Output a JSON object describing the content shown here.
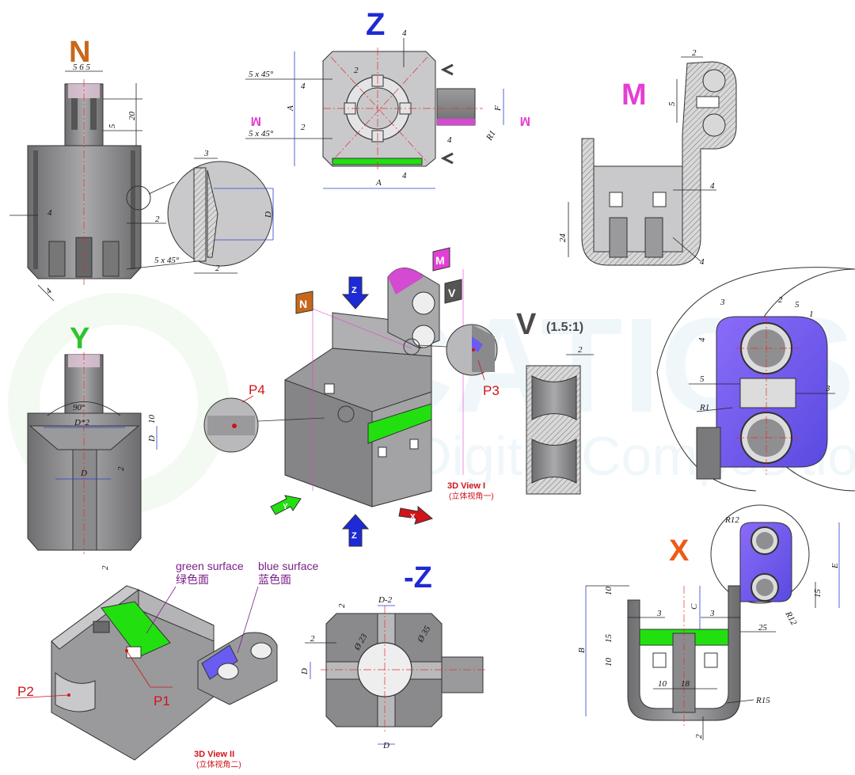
{
  "views": {
    "n": "N",
    "z": "Z",
    "m": "M",
    "y": "Y",
    "v": "V",
    "v_scale": "(1.5:1)",
    "x": "X",
    "neg_z": "-Z"
  },
  "colors": {
    "n": "#c8671b",
    "z": "#1d2ad6",
    "m": "#e43fd4",
    "y": "#2fc42f",
    "v": "#4a4a4a",
    "x": "#ef5a17",
    "neg_z": "#1d2ad6",
    "green_surface": "#22e010",
    "blue_surface": "#6a5cf0",
    "callout_red": "#d0141a"
  },
  "dims": {
    "n": {
      "top": "5 6 5",
      "d20": "20",
      "d5": "5",
      "d4": "4",
      "d2": "2",
      "d3": "3",
      "D": "D",
      "chamfer": "5 x 45°",
      "d2b": "2",
      "d4b": "4"
    },
    "z": {
      "d4t": "4",
      "chamfer1": "5 x 45°",
      "chamfer2": "5 x 45°",
      "d4l": "4",
      "d2": "2",
      "d2c": "2",
      "A_v": "A",
      "A_h": "A",
      "F": "F",
      "R1": "R1",
      "d4r": "4",
      "d4b": "4",
      "m_left": "M",
      "m_right": "M"
    },
    "m": {
      "d2": "2",
      "d5": "5",
      "d4": "4",
      "d24": "24",
      "d4b": "4"
    },
    "y": {
      "angle": "90°",
      "d10": "10",
      "D2": "D*2",
      "D_r": "D",
      "d2": "2",
      "D": "D",
      "d2b": "2"
    },
    "v": {
      "d2": "2"
    },
    "detail": {
      "d3": "3",
      "d2": "2",
      "d5": "5",
      "d1": "1",
      "d4": "4",
      "d5b": "5",
      "d3b": "3",
      "R1": "R1"
    },
    "x": {
      "R12t": "R12",
      "E": "E",
      "d10": "10",
      "C": "C",
      "d3l": "3",
      "d3r": "3",
      "d15r": "15",
      "R12b": "R12",
      "d25": "25",
      "d15": "15",
      "d10b": "10",
      "B": "B",
      "d10c": "10",
      "d18": "18",
      "R15": "R15",
      "d2": "2"
    },
    "nz": {
      "d2t": "2",
      "D2": "D-2",
      "d2l": "2",
      "phi23": "Ø 23",
      "phi35": "Ø 35",
      "D_l": "D",
      "D_b": "D"
    }
  },
  "callouts": {
    "p1": "P1",
    "p2": "P2",
    "p3": "P3",
    "p4": "P4"
  },
  "surfaces": {
    "green_en": "green surface",
    "green_cn": "绿色面",
    "blue_en": "blue surface",
    "blue_cn": "蓝色面"
  },
  "captions": {
    "view1": "3D View I",
    "view1_cn": "(立体视角一)",
    "view2": "3D View II",
    "view2_cn": "(立体视角二)"
  },
  "axis_tags": {
    "n": "N",
    "z": "Z",
    "m": "M",
    "v": "V",
    "nz": "Z",
    "x": "X",
    "y": "Y"
  }
}
